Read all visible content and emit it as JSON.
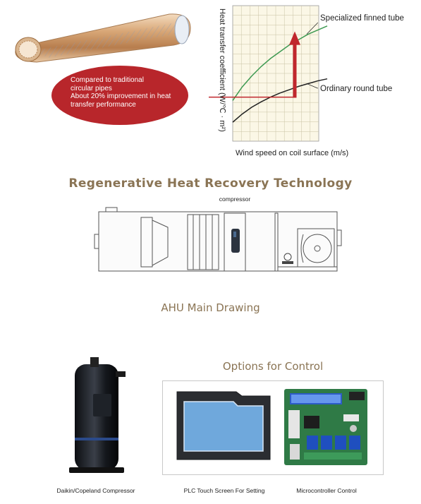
{
  "callout": {
    "lines": [
      "Compared to traditional",
      "circular pipes",
      "About 20% improvement in heat",
      "transfer performance"
    ]
  },
  "chart_data": {
    "type": "line",
    "title": "",
    "xlabel": "Wind speed on coil surface (m/s)",
    "ylabel": "Heat transfer coefficient (W/℃ · m²)",
    "x": [
      0,
      1,
      2,
      3,
      4,
      5,
      6,
      7,
      8,
      9,
      10
    ],
    "series": [
      {
        "name": "Specialized finned tube",
        "values": [
          3.0,
          4.0,
          4.8,
          5.5,
          6.1,
          6.6,
          7.1,
          7.5,
          7.9,
          8.2,
          8.5
        ],
        "color": "#3e9a52"
      },
      {
        "name": "Ordinary round tube",
        "values": [
          1.4,
          2.0,
          2.5,
          2.9,
          3.25,
          3.55,
          3.8,
          4.05,
          4.25,
          4.45,
          4.6
        ],
        "color": "#222222"
      }
    ],
    "xlim": [
      0,
      10
    ],
    "ylim": [
      0,
      10
    ],
    "grid": true,
    "annotation_color": "#c0272d"
  },
  "heading": "Regenerative Heat Recovery Technology",
  "ahu": {
    "compressor_label": "compressor",
    "caption": "AHU Main Drawing"
  },
  "options": {
    "title": "Options for Control",
    "compressor_caption": "Daikin/Copeland Compressor",
    "plc_caption": "PLC Touch Screen For Setting",
    "mcu_caption": "Microcontroller Control"
  },
  "colors": {
    "heading": "#8a7454",
    "callout": "#b8262b",
    "screen": "#6fa8dc"
  }
}
